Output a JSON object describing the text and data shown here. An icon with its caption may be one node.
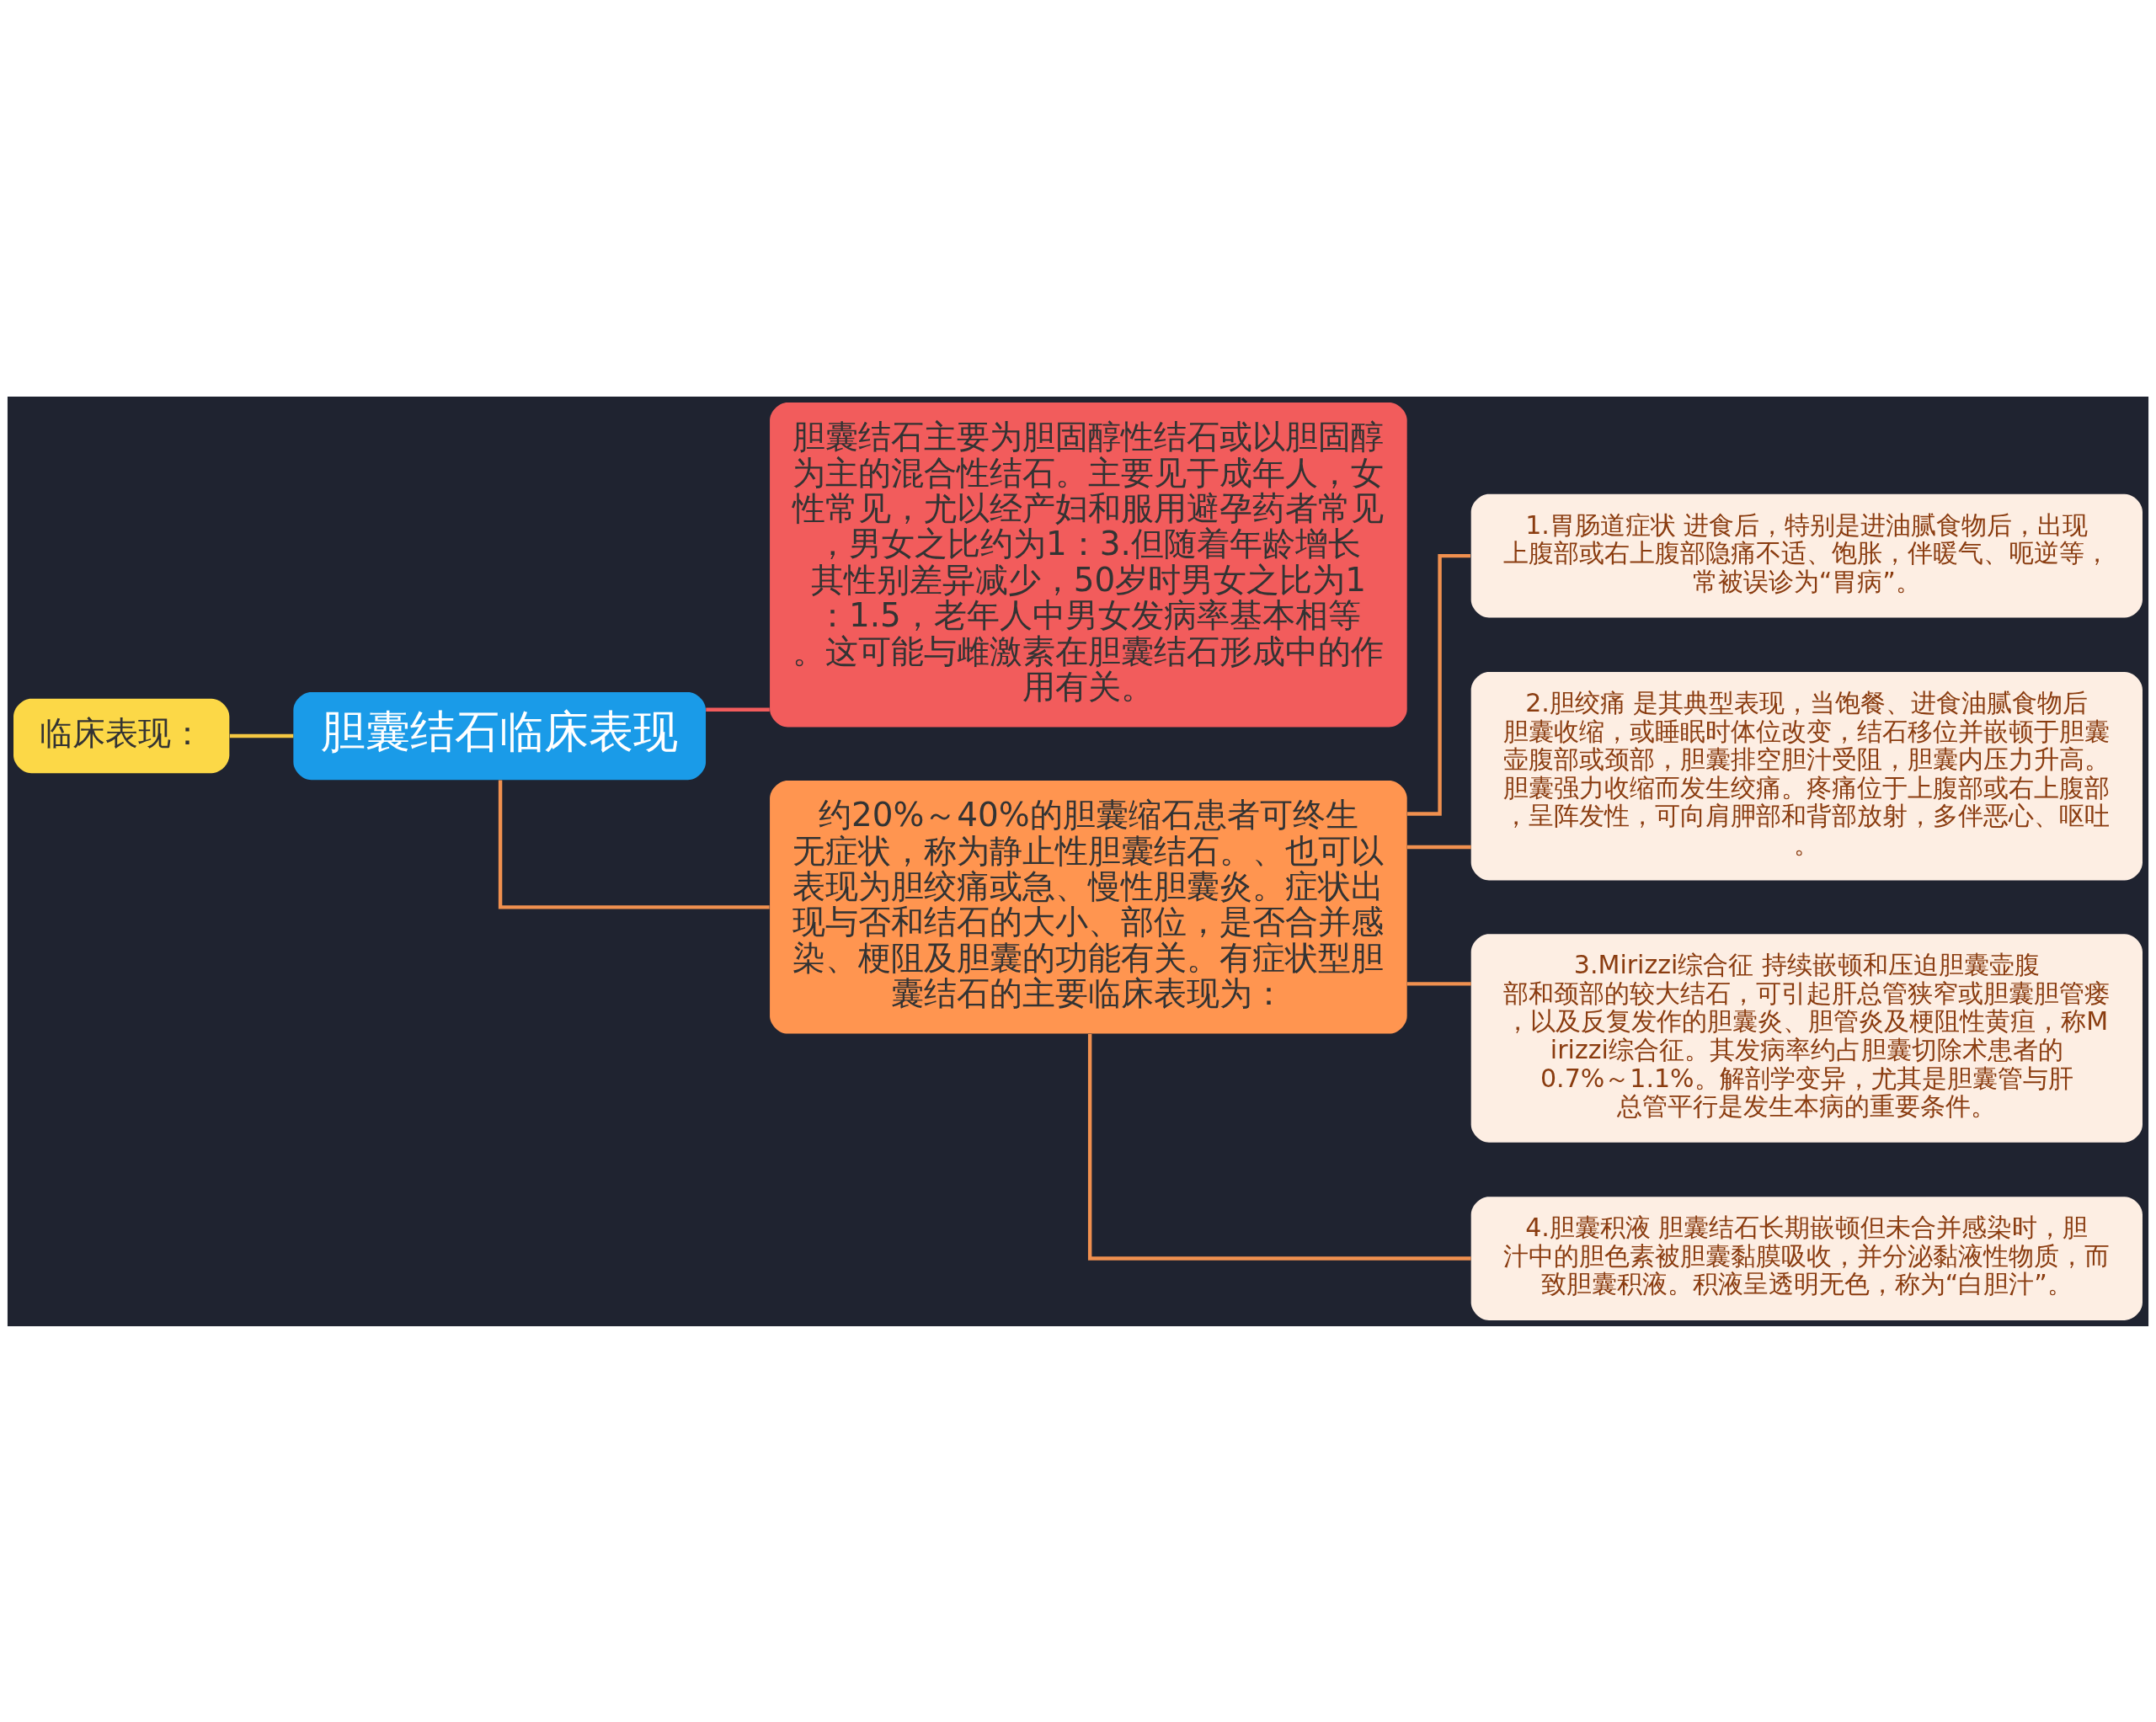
{
  "diagram": {
    "nodes": [
      {
        "text": [
          "临床表现："
        ]
      },
      {
        "text": [
          "胆囊结石临床表现"
        ]
      },
      {
        "text": [
          "胆囊结石主要为胆固醇性结石或以胆固醇为主的混合性结石。主要见于成年人，女性常见，尤以经产妇和服用避孕药者常见，男女之比约为1：3.但随着年龄增长其性别差异减少，50岁时男女之比为1：1.5，老年人中男女发病率基本相等。这可能与雌激素在胆囊结石形成中的作用有关。"
        ]
      },
      {
        "text": [
          "约20%～40%的胆囊缩石患者可终生无症状，称为静止性胆囊结石。、也可以表现为胆绞痛或急、慢性胆囊炎。症状出现与否和结石的大小、部位，是否合并感染、梗阻及胆囊的功能有关。有症状型胆囊结石的主要临床表现为："
        ]
      },
      {
        "text": [
          "1.胃肠道症状 进食后，特别是进油腻食物后，出现上腹部或右上腹部隐痛不适、饱胀，伴暖气、呃逆等，常被误诊为“胃病”。"
        ]
      },
      {
        "text": [
          "2.胆绞痛 是其典型表现，当饱餐、进食油腻食物后胆囊收缩，或睡眠时体位改变，结石移位并嵌顿于胆囊壶腹部或颈部，胆囊排空胆汁受阻，胆囊内压力升高。胆囊强力收缩而发生绞痛。疼痛位于上腹部或右上腹部，呈阵发性，可向肩胛部和背部放射，多伴恶心、呕吐。"
        ]
      },
      {
        "text": [
          "3.Mirizzi综合征 持续嵌顿和压迫胆囊壶腹部和颈部的较大结石，可引起肝总管狭窄或胆囊胆管瘘，以及反复发作的胆囊炎、胆管炎及梗阻性黄疸，称Mirizzi综合征。其发病率约占胆囊切除术患者的0.7%～1.1%。解剖学变异，尤其是胆囊管与肝总管平行是发生本病的重要条件。"
        ]
      },
      {
        "text": [
          "4.胆囊积液 胆囊结石长期嵌顿但未合并感染时，胆汁中的胆色素被胆囊黏膜吸收，并分泌黏液性物质，而致胆囊积液。积液呈透明无色，称为“白胆汁”。"
        ]
      }
    ],
    "edges": [
      {
        "from": 0,
        "to": 1,
        "arrow": "none",
        "color": "#f5c842"
      },
      {
        "from": 1,
        "to": 2,
        "arrow": "none",
        "color": "#f25c5c"
      },
      {
        "from": 1,
        "to": 3,
        "arrow": "none"
      },
      {
        "from": 3,
        "to": 4,
        "arrow": "none"
      },
      {
        "from": 3,
        "to": 5,
        "arrow": "none"
      },
      {
        "from": 3,
        "to": 6,
        "arrow": "none"
      },
      {
        "from": 3,
        "to": 7,
        "arrow": "none"
      }
    ]
  }
}
